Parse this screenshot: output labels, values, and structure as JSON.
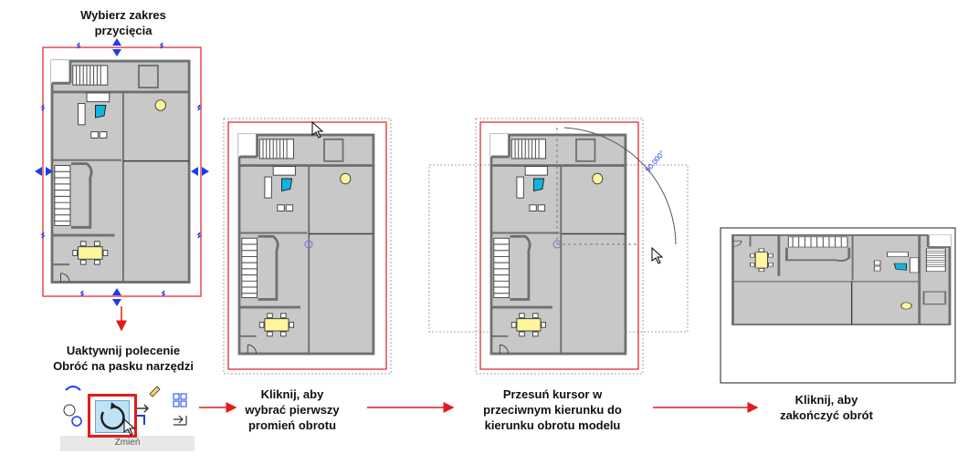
{
  "steps": [
    {
      "caption": "Wybierz zakres\nprzycięcia"
    },
    {
      "caption": "Uaktywnij polecenie\nObróć na pasku narzędzi"
    },
    {
      "caption": "Kliknij, aby\nwybrać pierwszy\npromień obrotu"
    },
    {
      "caption": "Przesuń kursor w\nprzeciwnym kierunku do\nkierunku obrotu modelu"
    },
    {
      "caption": "Kliknij, aby\nzakończyć obrót"
    }
  ],
  "angle_label": "90.000°",
  "ribbon": {
    "panel_label": "Zmień"
  },
  "colors": {
    "accent": "#e31b1b",
    "wall": "#808080",
    "floor": "#c8c8c8",
    "blue": "#1a3cf0",
    "cyan": "#10b4e0",
    "yellow": "#fff59a"
  }
}
